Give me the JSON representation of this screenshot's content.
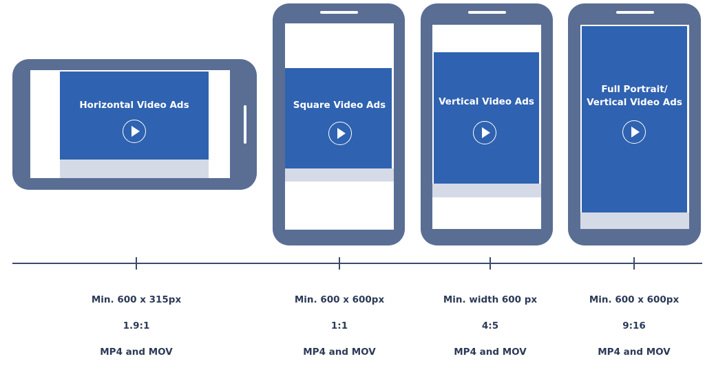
{
  "devices": [
    {
      "id": "horizontal",
      "title": "Horizontal Video Ads",
      "spec": {
        "size": "Min. 600 x 315px",
        "ratio": "1.9:1",
        "formats": "MP4 and MOV"
      }
    },
    {
      "id": "square",
      "title": "Square Video Ads",
      "spec": {
        "size": "Min. 600 x 600px",
        "ratio": "1:1",
        "formats": "MP4 and MOV"
      }
    },
    {
      "id": "vertical",
      "title": "Vertical Video Ads",
      "spec": {
        "size": "Min. width 600 px",
        "ratio": "4:5",
        "formats": "MP4 and MOV"
      }
    },
    {
      "id": "full-portrait",
      "title": "Full Portrait/\nVertical Video Ads",
      "spec": {
        "size": "Min. 600 x 600px",
        "ratio": "9:16",
        "formats": "MP4 and MOV"
      }
    }
  ],
  "icons": {
    "play": "play-button-icon"
  },
  "colors": {
    "phone": "#5a6e94",
    "video": "#2f62b0",
    "strip": "#d5dae7",
    "text": "#2c3a57"
  }
}
